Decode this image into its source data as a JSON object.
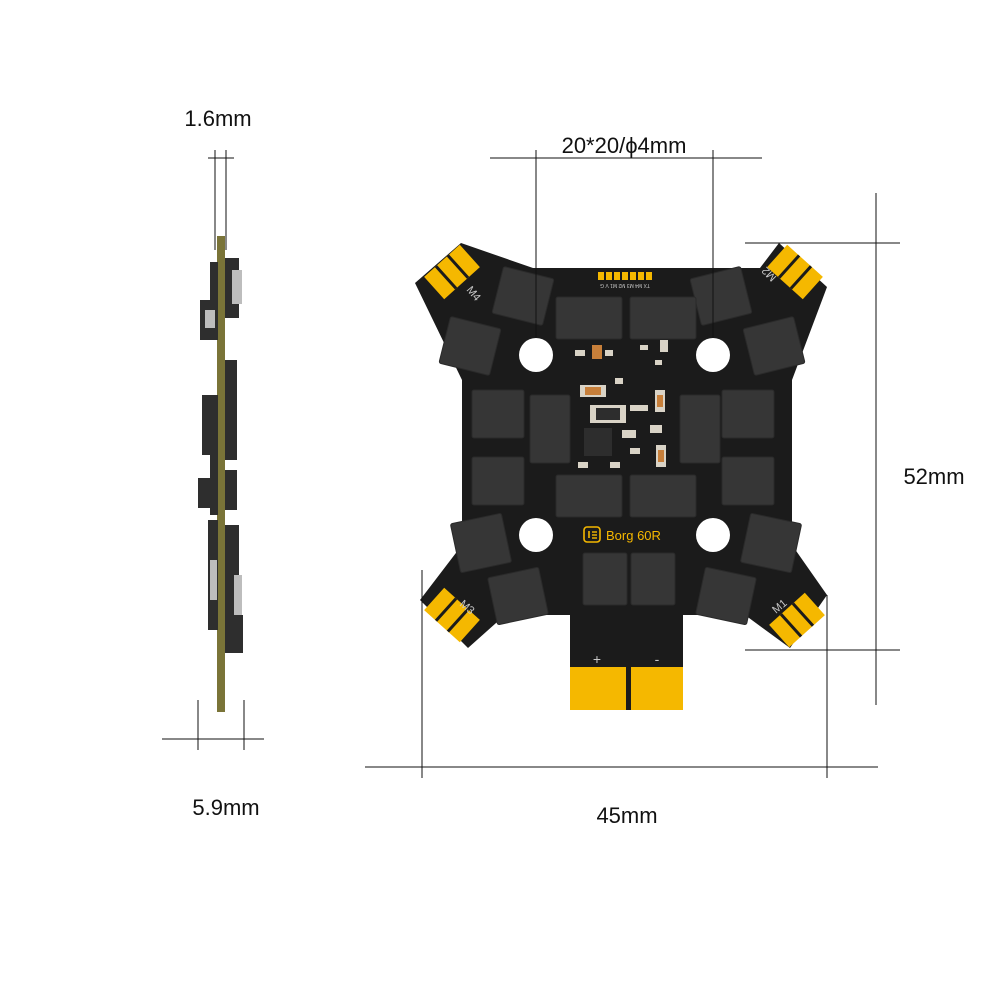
{
  "dimensions": {
    "thickness": "1.6mm",
    "height_side": "5.9mm",
    "mount": "20*20/ϕ4mm",
    "height": "52mm",
    "width": "45mm"
  },
  "board": {
    "model": "Borg 60R",
    "motor_labels": [
      "M4",
      "M2",
      "M3",
      "M1"
    ],
    "power_plus": "+",
    "power_minus": "-",
    "connector_pins": "TX  M4 M3 M2 M1  V  G"
  },
  "colors": {
    "board": "#1b1b1b",
    "pad": "#f5b800",
    "mosfet": "#363636",
    "pcb_edge": "#7a7438"
  }
}
